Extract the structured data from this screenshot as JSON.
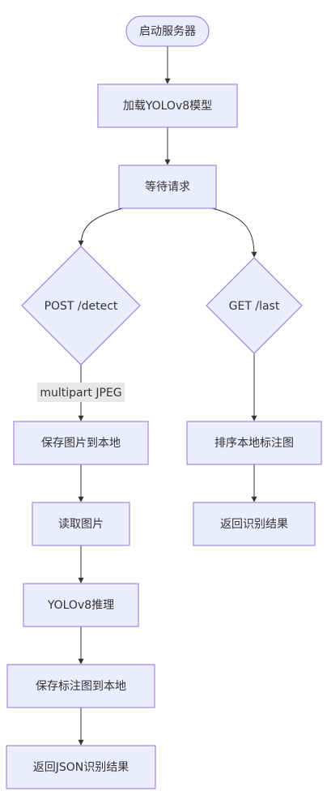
{
  "flowchart": {
    "nodes": {
      "start": "启动服务器",
      "load_model": "加载YOLOv8模型",
      "wait": "等待请求",
      "post_detect": "POST /detect",
      "get_last": "GET /last",
      "save_image": "保存图片到本地",
      "sort_local": "排序本地标注图",
      "read_image": "读取图片",
      "return_result": "返回识别结果",
      "infer": "YOLOv8推理",
      "save_annotated": "保存标注图到本地",
      "return_json": "返回JSON识别结果"
    },
    "edge_labels": {
      "post_to_save": "multipart JPEG"
    },
    "colors": {
      "node_fill": "#ECECFF",
      "node_stroke": "#9370DB",
      "edge": "#333333",
      "edge_label_bg": "#e8e8e8"
    }
  }
}
